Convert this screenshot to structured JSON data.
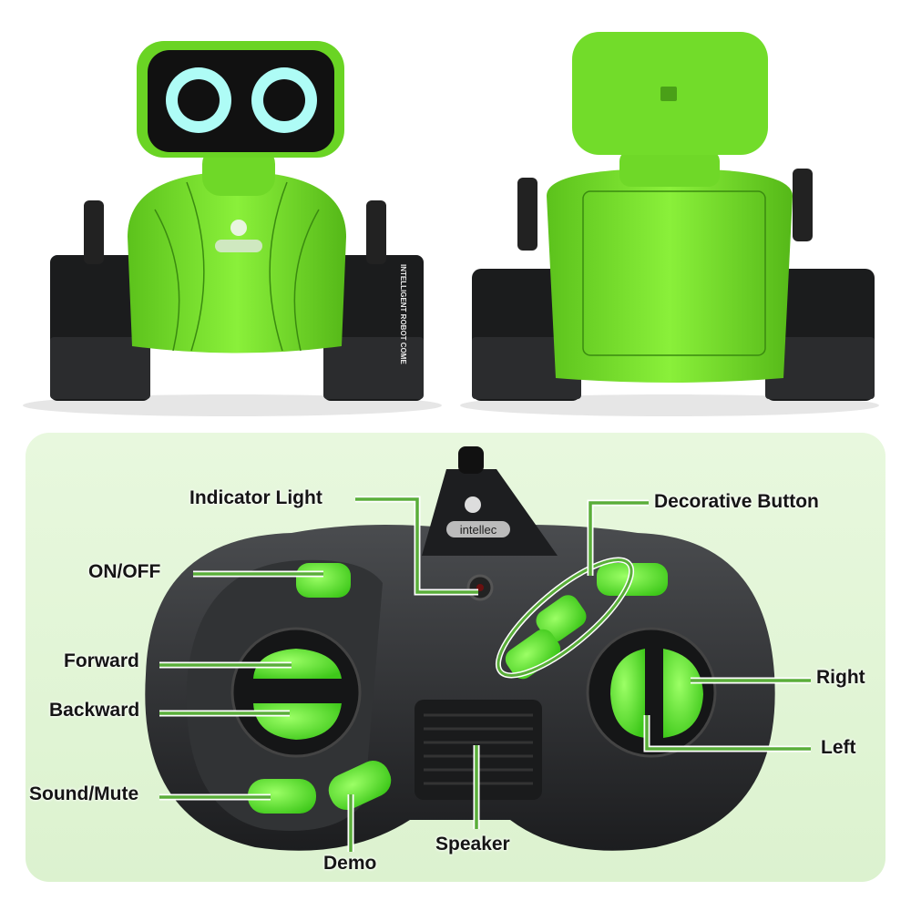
{
  "brand": {
    "logo_text": "intellec",
    "track_print": "INTELLIGENT ROBOT COME"
  },
  "colors": {
    "robot_green": "#7fe02a",
    "panel_bg": "#e4f6d8",
    "leader_line": "#5aae3a",
    "controller": "#2a2c2e",
    "button_green": "#6ef03a"
  },
  "labels": {
    "indicator_light": "Indicator Light",
    "decorative_button": "Decorative Button",
    "on_off": "ON/OFF",
    "forward": "Forward",
    "backward": "Backward",
    "sound_mute": "Sound/Mute",
    "demo": "Demo",
    "speaker": "Speaker",
    "right": "Right",
    "left": "Left"
  }
}
